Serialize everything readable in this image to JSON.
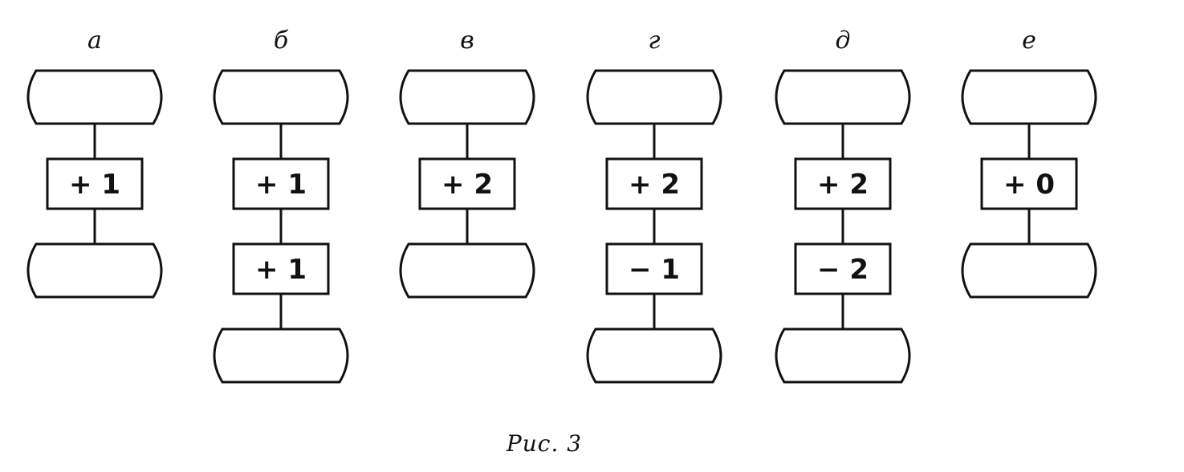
{
  "columns": [
    {
      "letter": "а",
      "ops": [
        "+ 1"
      ]
    },
    {
      "letter": "б",
      "ops": [
        "+ 1",
        "+ 1"
      ]
    },
    {
      "letter": "в",
      "ops": [
        "+ 2"
      ]
    },
    {
      "letter": "г",
      "ops": [
        "+ 2",
        "− 1"
      ]
    },
    {
      "letter": "д",
      "ops": [
        "+ 2",
        "− 2"
      ]
    },
    {
      "letter": "е",
      "ops": [
        "+ 0"
      ]
    }
  ],
  "caption": "Рис. 3"
}
